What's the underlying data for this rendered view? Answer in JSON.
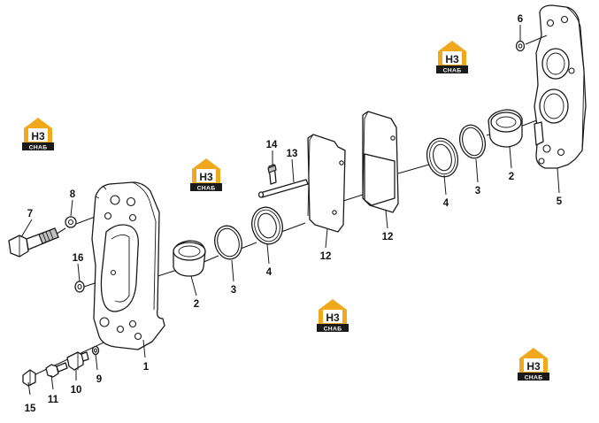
{
  "diagram": {
    "callouts": [
      {
        "id": "c15",
        "label": "15"
      },
      {
        "id": "c11",
        "label": "11"
      },
      {
        "id": "c10",
        "label": "10"
      },
      {
        "id": "c9",
        "label": "9"
      },
      {
        "id": "c1",
        "label": "1"
      },
      {
        "id": "c7",
        "label": "7"
      },
      {
        "id": "c8",
        "label": "8"
      },
      {
        "id": "c16",
        "label": "16"
      },
      {
        "id": "c2a",
        "label": "2"
      },
      {
        "id": "c3a",
        "label": "3"
      },
      {
        "id": "c4a",
        "label": "4"
      },
      {
        "id": "c12a",
        "label": "12"
      },
      {
        "id": "c14",
        "label": "14"
      },
      {
        "id": "c13",
        "label": "13"
      },
      {
        "id": "c12b",
        "label": "12"
      },
      {
        "id": "c4b",
        "label": "4"
      },
      {
        "id": "c3b",
        "label": "3"
      },
      {
        "id": "c2b",
        "label": "2"
      },
      {
        "id": "c5",
        "label": "5"
      },
      {
        "id": "c6",
        "label": "6"
      }
    ],
    "watermark": {
      "top": "H3",
      "bottom": "СНАБ",
      "accent_color": "#f0a81c",
      "dark_color": "#1a1a1a"
    }
  }
}
